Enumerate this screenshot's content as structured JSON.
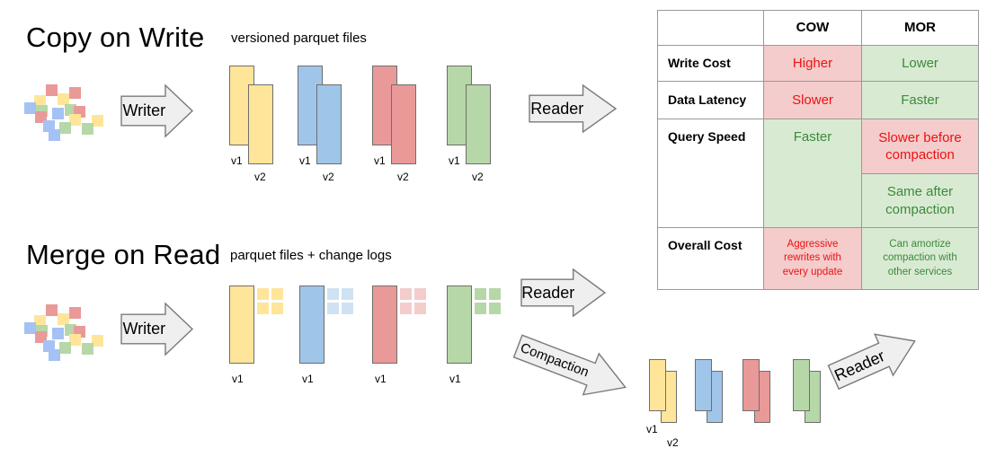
{
  "sections": {
    "cow": {
      "title": "Copy on Write",
      "files_label": "versioned parquet files",
      "writer": "Writer",
      "reader": "Reader"
    },
    "mor": {
      "title": "Merge on Read",
      "files_label": "parquet files + change logs",
      "writer": "Writer",
      "reader": "Reader",
      "compaction": "Compaction",
      "compacted_reader": "Reader"
    }
  },
  "labels": {
    "v1": "v1",
    "v2": "v2"
  },
  "table": {
    "corner": "",
    "header_cow": "COW",
    "header_mor": "MOR",
    "rows": [
      {
        "label": "Write Cost",
        "cow": "Higher",
        "mor": "Lower"
      },
      {
        "label": "Data Latency",
        "cow": "Slower",
        "mor": "Faster"
      },
      {
        "label": "Query Speed",
        "cow": "Faster",
        "mor_before": "Slower before compaction",
        "mor_after": "Same after compaction"
      },
      {
        "label": "Overall Cost",
        "cow": "Aggressive rewrites with every update",
        "mor": "Can amortize compaction with other services"
      }
    ]
  },
  "colors": {
    "bad_bg": "#F4CCCC",
    "bad_text": "#EE1111",
    "good_bg": "#D9EAD3",
    "good_text": "#3B8A3B",
    "file_yellow": "#FFE599",
    "file_blue": "#9FC5E8",
    "file_red": "#EA9999",
    "file_green": "#B6D7A8",
    "log_yellow": "#FFE599",
    "log_blue": "#CFE2F3",
    "log_red": "#F4CCCC",
    "log_green": "#B6D7A8",
    "cluster_blue": "#A4C2F4",
    "arrow_fill": "#EFEFEF",
    "arrow_stroke": "#7a7a7a",
    "rect_border": "#6e6e6e",
    "table_border": "#999999"
  }
}
